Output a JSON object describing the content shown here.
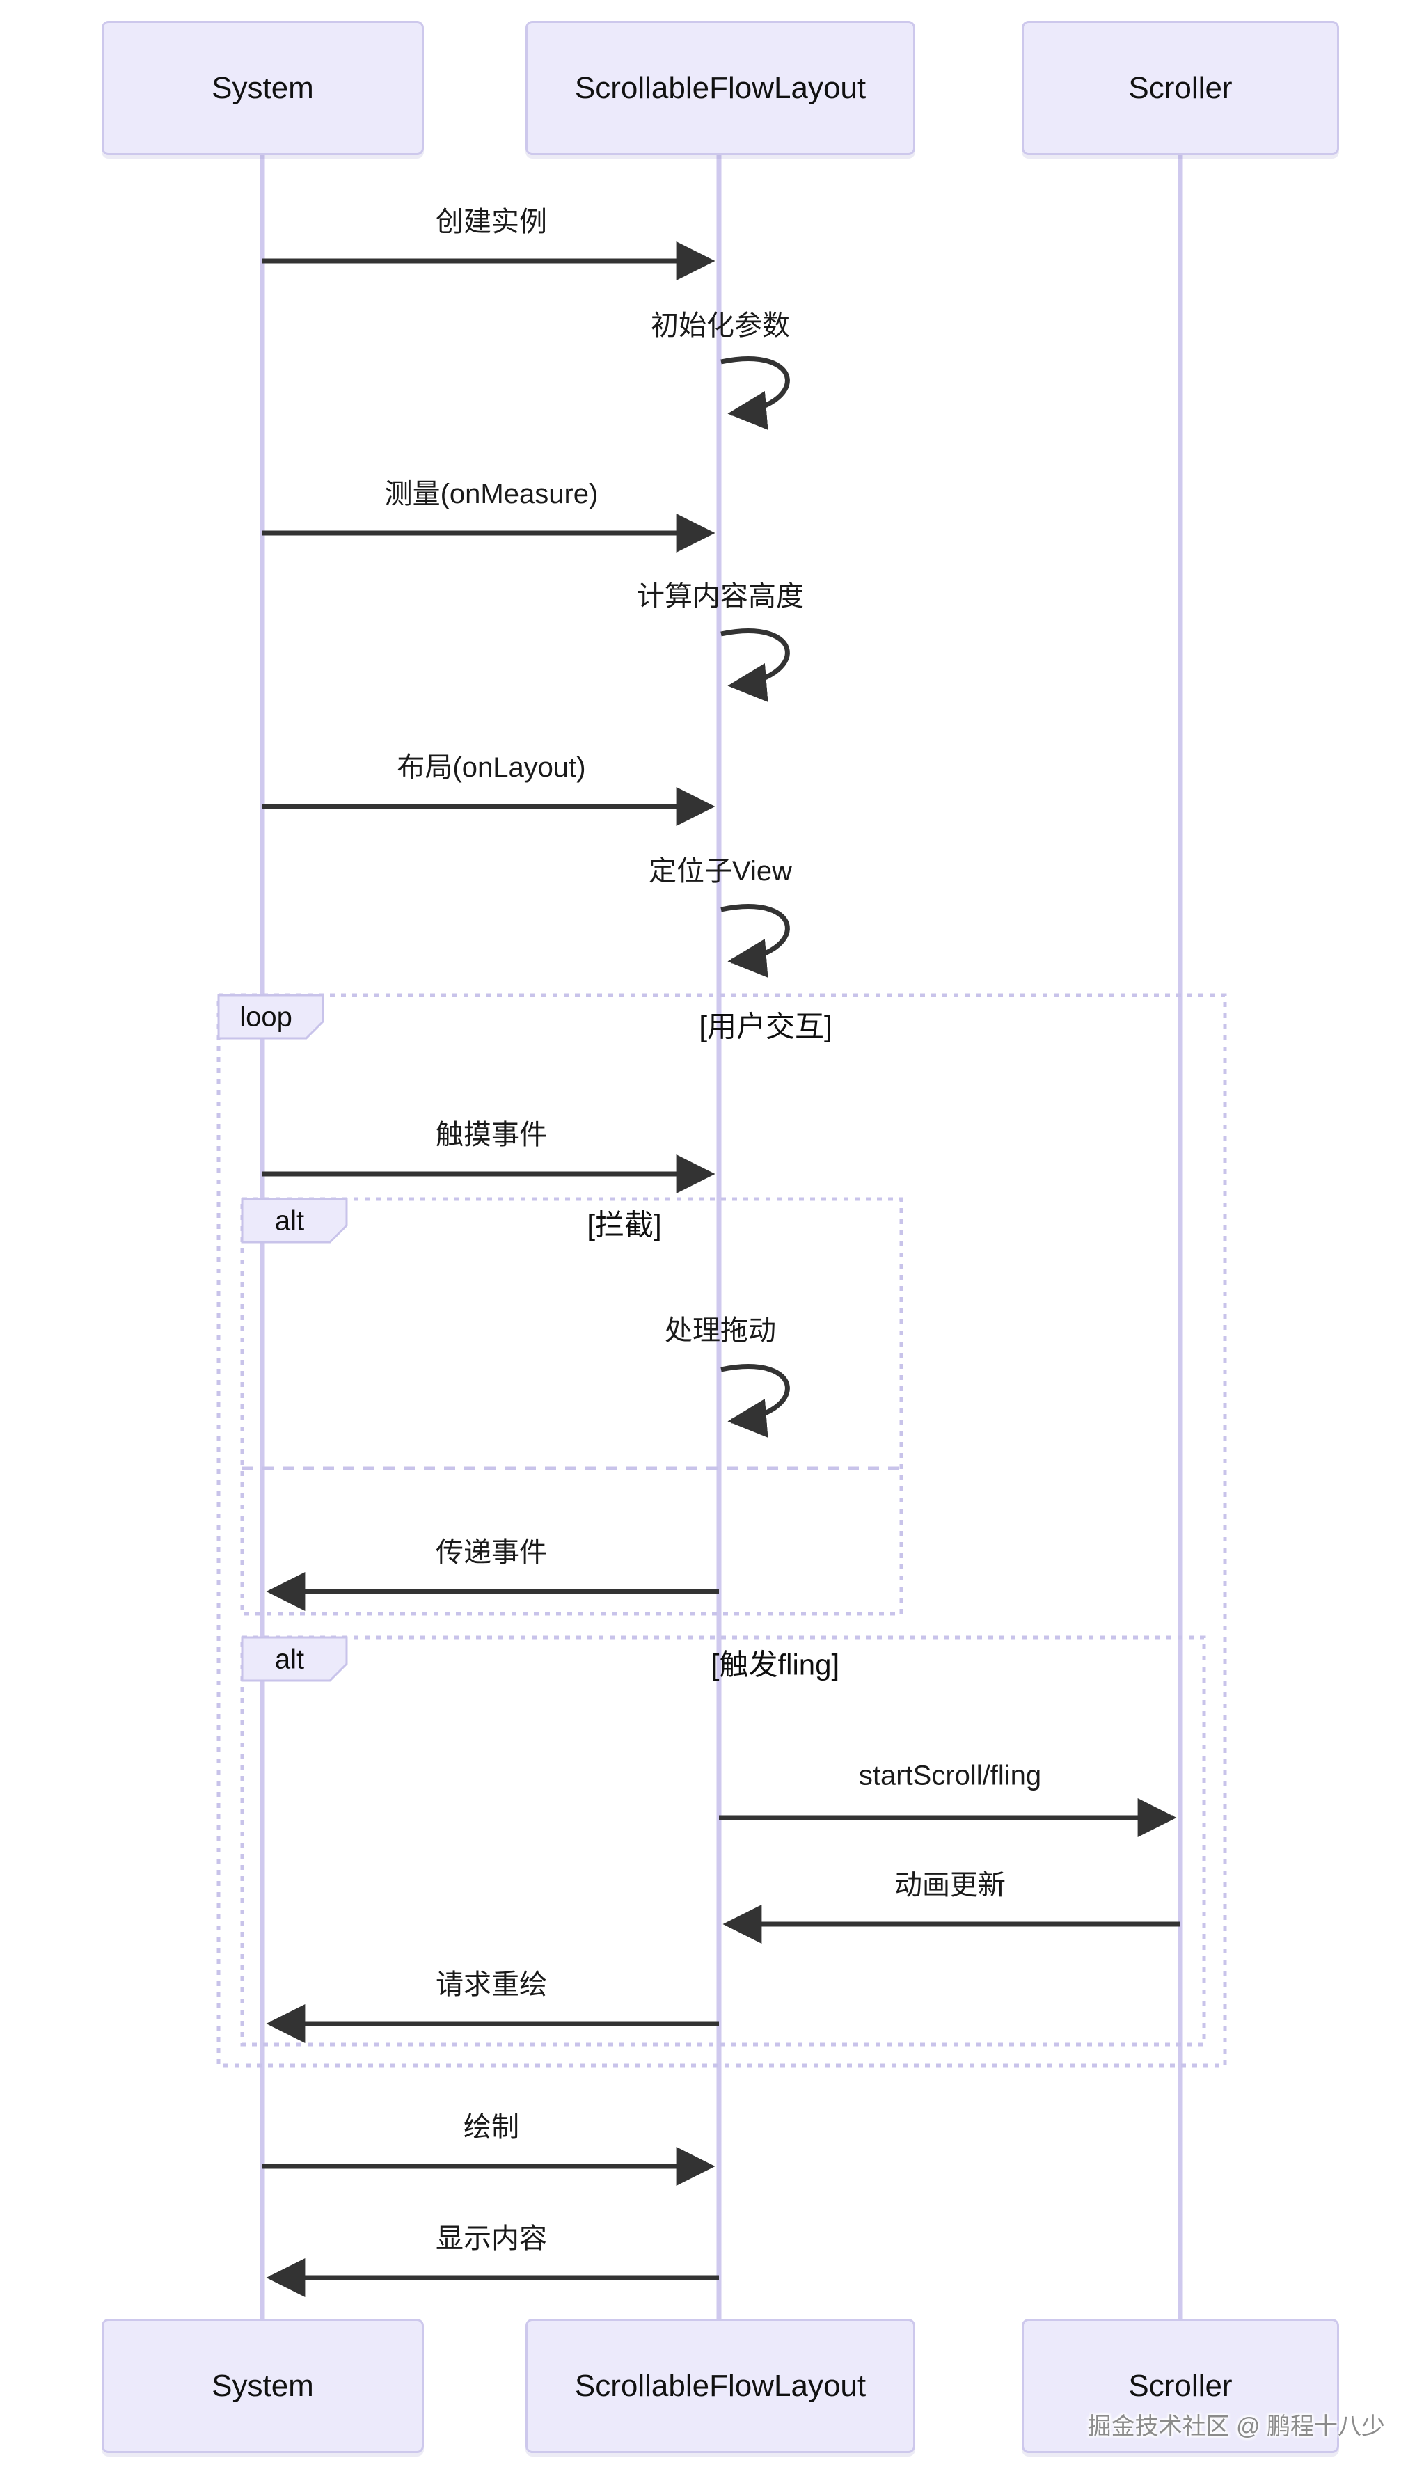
{
  "actors": [
    {
      "name": "System"
    },
    {
      "name": "ScrollableFlowLayout"
    },
    {
      "name": "Scroller"
    }
  ],
  "messages": [
    {
      "text": "创建实例"
    },
    {
      "text": "初始化参数"
    },
    {
      "text": "测量(onMeasure)"
    },
    {
      "text": "计算内容高度"
    },
    {
      "text": "布局(onLayout)"
    },
    {
      "text": "定位子View"
    },
    {
      "text": "触摸事件"
    },
    {
      "text": "处理拖动"
    },
    {
      "text": "传递事件"
    },
    {
      "text": "startScroll/fling"
    },
    {
      "text": "动画更新"
    },
    {
      "text": "请求重绘"
    },
    {
      "text": "绘制"
    },
    {
      "text": "显示内容"
    }
  ],
  "frames": {
    "loop": {
      "label": "loop",
      "title": "[用户交互]"
    },
    "alt_intercept": {
      "label": "alt",
      "title": "[拦截]"
    },
    "alt_fling": {
      "label": "alt",
      "title": "[触发fling]"
    }
  },
  "watermark": "掘金技术社区 @ 鹏程十八少",
  "colors": {
    "actor_fill": "#ECEAFB",
    "actor_border": "#CDC8EC",
    "lifeline": "#CFC9EE",
    "frame_border": "#C8C3EA",
    "arrow": "#333333",
    "watermark": "#8B8B8B"
  }
}
